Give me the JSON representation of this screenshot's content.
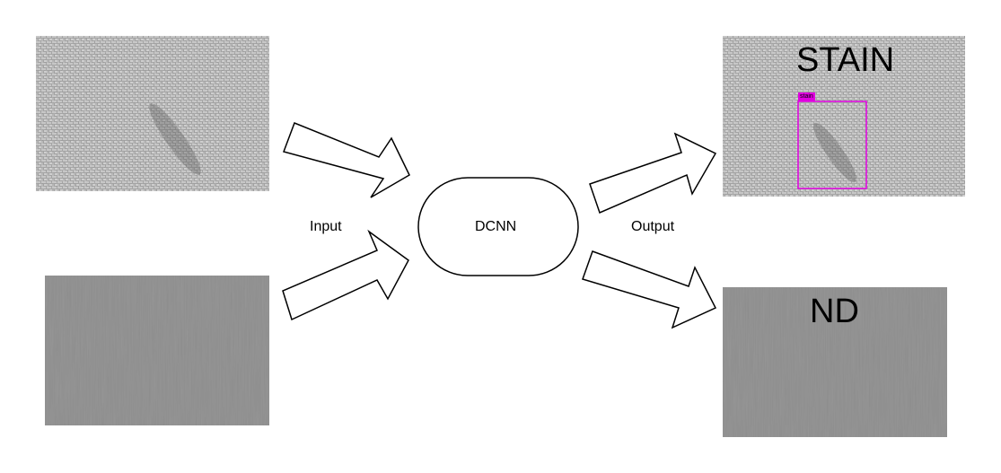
{
  "labels": {
    "input": "Input",
    "model": "DCNN",
    "output": "Output"
  },
  "results": {
    "defect": {
      "class_text": "STAIN",
      "box_tag": "stain"
    },
    "clean": {
      "class_text": "ND"
    }
  },
  "colors": {
    "box": "#e000e0",
    "stroke": "#000000"
  }
}
